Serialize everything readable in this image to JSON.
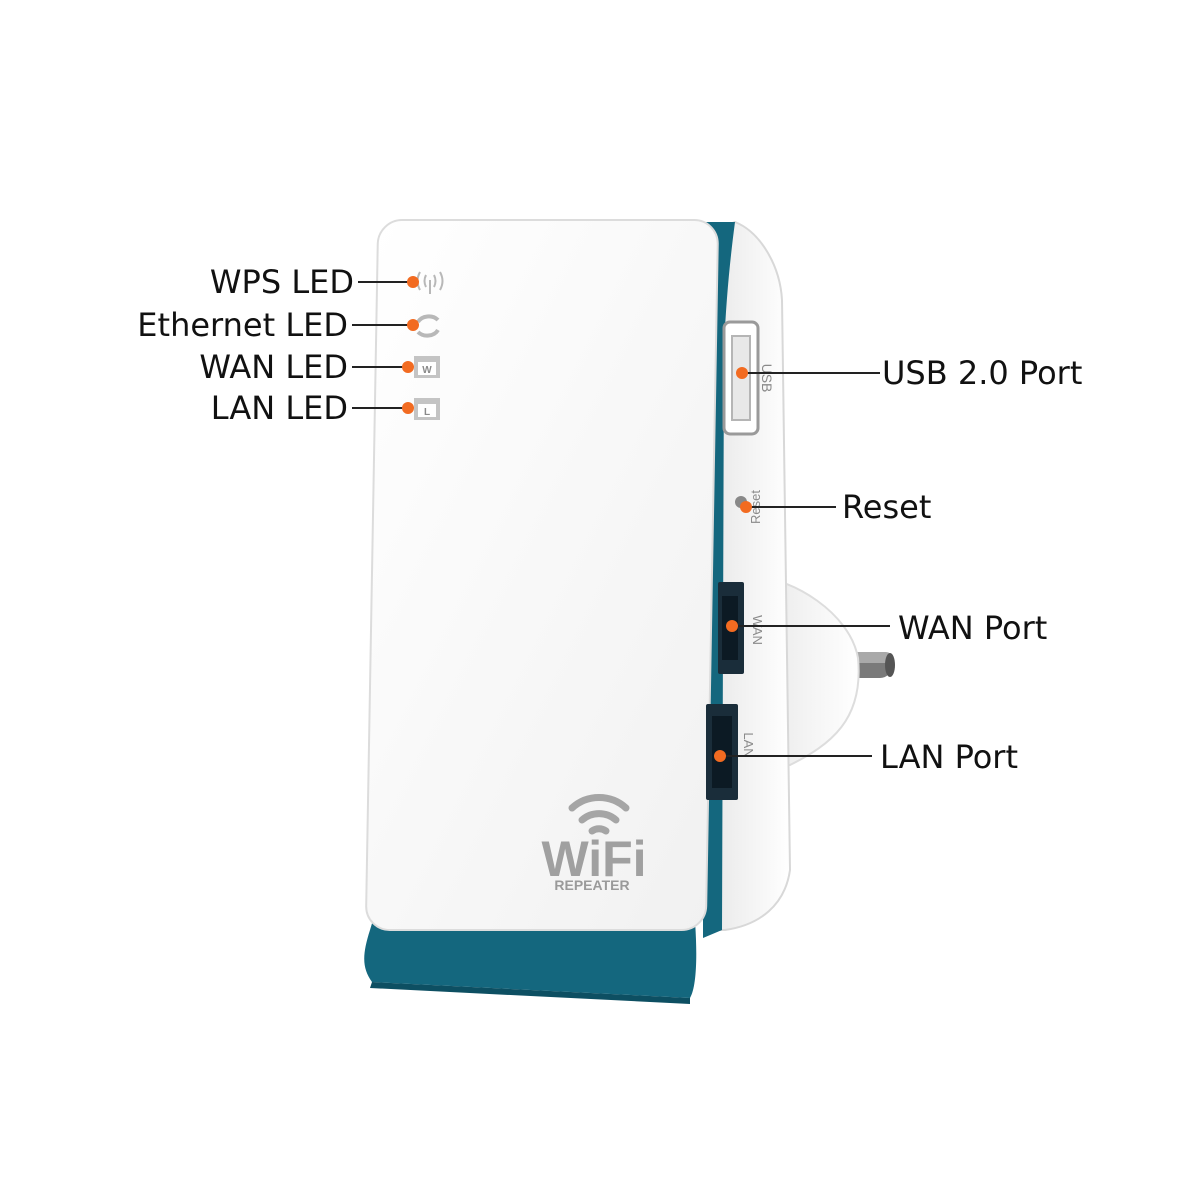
{
  "device": {
    "logo_main": "WiFi",
    "logo_sub": "REPEATER",
    "side_labels": {
      "usb": "USB",
      "reset": "Reset",
      "wan": "WAN",
      "lan": "LAN"
    },
    "led_letters": {
      "wan": "W",
      "lan": "L"
    }
  },
  "callouts": {
    "wps_led": "WPS LED",
    "ethernet_led": "Ethernet LED",
    "wan_led": "WAN LED",
    "lan_led": "LAN LED",
    "usb_port": "USB 2.0 Port",
    "reset": "Reset",
    "wan_port": "WAN Port",
    "lan_port": "LAN Port"
  },
  "colors": {
    "marker": "#f26b21",
    "accent_teal": "#14677e",
    "body_white": "#f6f6f6",
    "icon_grey": "#b8b8b8",
    "leader_line": "#222222"
  },
  "icons": [
    "wifi-signal-icon",
    "wps-led-icon",
    "ethernet-led-icon",
    "wan-led-icon",
    "lan-led-icon"
  ]
}
